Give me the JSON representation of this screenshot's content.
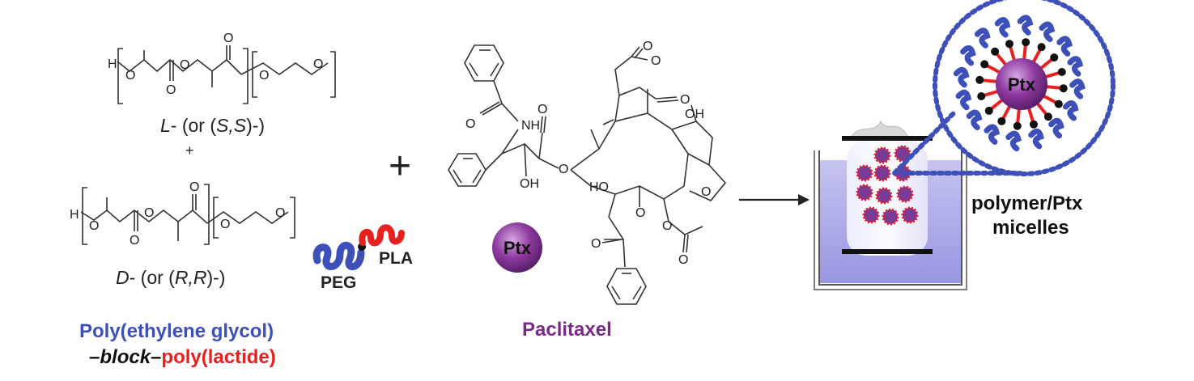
{
  "polymer": {
    "l_label_prefix": "L",
    "l_label_mid": "- (or (",
    "l_label_stereo": "S,S",
    "l_label_suffix": ")-)",
    "plus_small": "+",
    "d_label_prefix": "D",
    "d_label_mid": "- (or (",
    "d_label_stereo": "R,R",
    "d_label_suffix": ")-)",
    "atom_h": "H",
    "atom_o": "O"
  },
  "cartoon": {
    "peg_label": "PEG",
    "pla_label": "PLA"
  },
  "caption": {
    "line1": "Poly(ethylene glycol)",
    "dash1": "–",
    "block": "block",
    "dash2": "–",
    "line2_red": "poly(lactide)"
  },
  "drug": {
    "big_plus": "+",
    "nh": "NH",
    "oh_a": "OH",
    "oh_b": "OH",
    "oh_c": "HO",
    "ptx_label": "Ptx",
    "name": "Paclitaxel"
  },
  "micelle": {
    "ptx_label": "Ptx",
    "caption_line1": "polymer/Ptx",
    "caption_line2": "micelles"
  },
  "colors": {
    "peg_blue": "#3d4fb8",
    "pla_red": "#e8201f",
    "ptx_purple": "#7a2a87",
    "beaker_fill": "#a9a8e8"
  }
}
